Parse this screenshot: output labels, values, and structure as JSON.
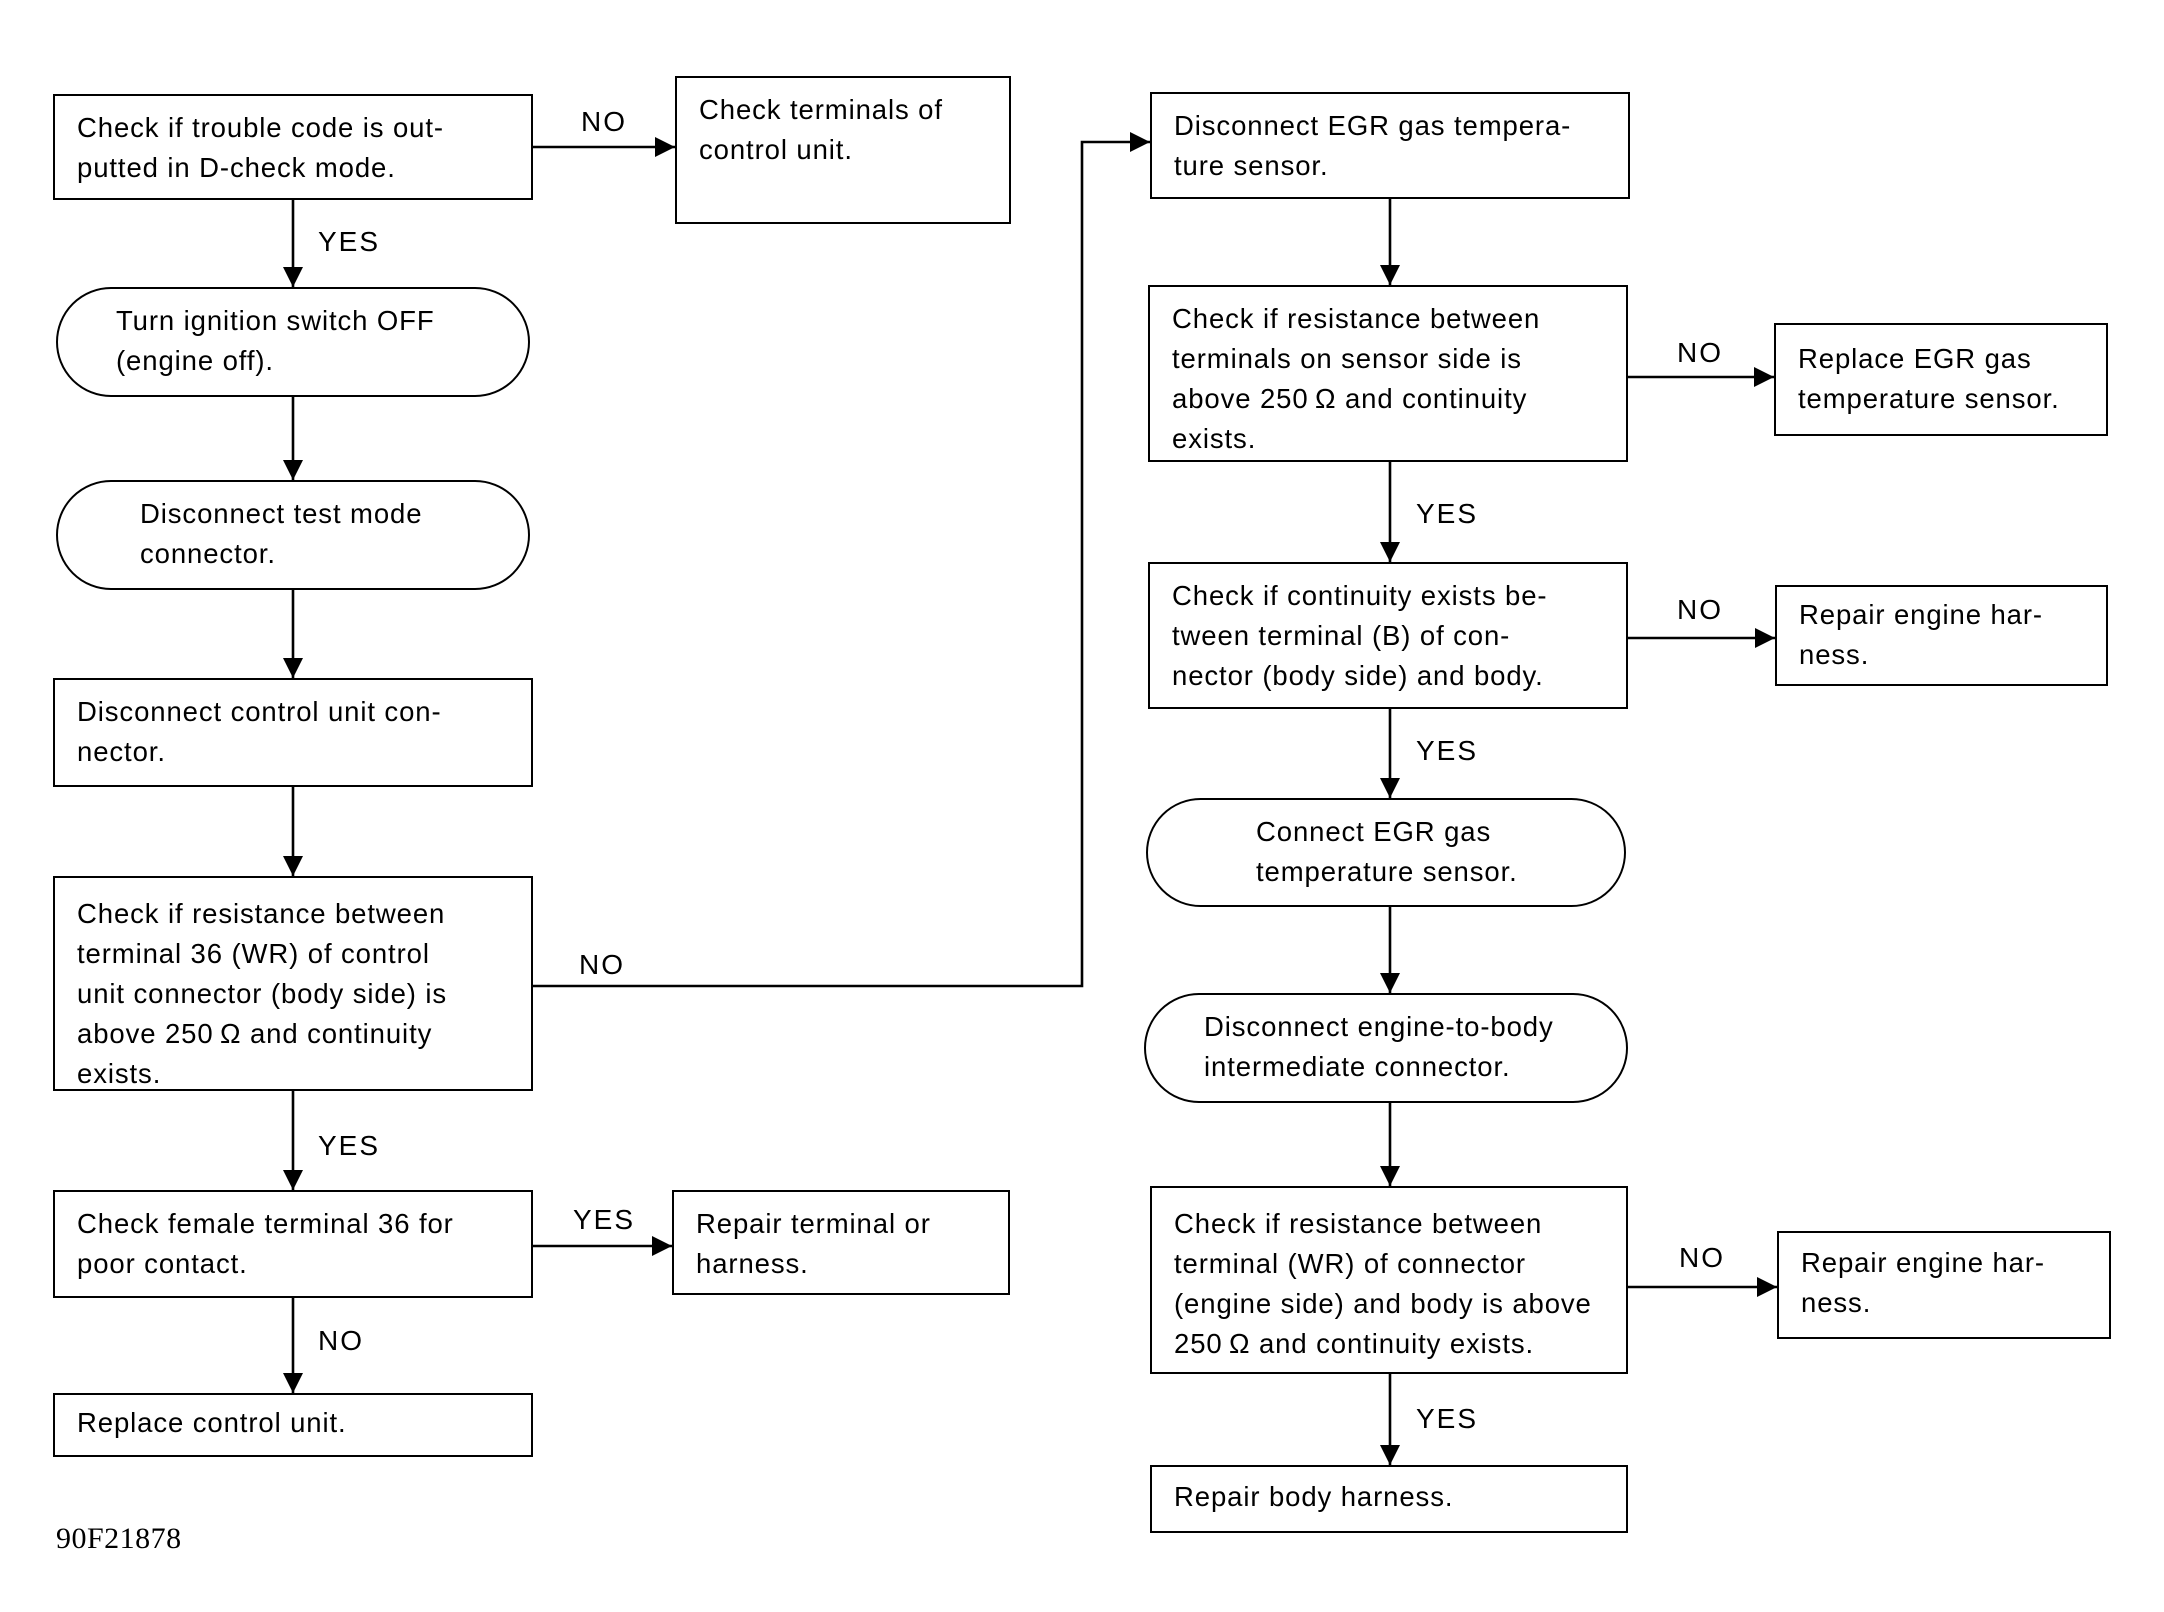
{
  "nodes": {
    "d_check": "Check if trouble code is out-\nputted in D-check mode.",
    "check_terminals": "Check terminals of\ncontrol unit.",
    "ignition_off": "Turn ignition switch OFF\n(engine off).",
    "disconnect_test_mode": "Disconnect test mode\nconnector.",
    "disconnect_cu_connector": "Disconnect control unit con-\nnector.",
    "check_terminal_36": "Check if resistance between\nterminal 36 (WR) of control\nunit connector (body side) is\nabove 250 Ω and continuity\nexists.",
    "check_female_36": "Check female terminal 36 for\npoor contact.",
    "repair_terminal": "Repair terminal or\nharness.",
    "replace_cu": "Replace control unit.",
    "disconnect_egr": "Disconnect EGR gas tempera-\nture sensor.",
    "check_sensor_side": "Check if resistance between\nterminals on sensor side is\nabove 250 Ω and continuity\nexists.",
    "replace_egr": "Replace EGR gas\ntemperature sensor.",
    "check_continuity_b": "Check if continuity exists be-\ntween terminal  (B) of  con-\nnector (body side) and body.",
    "repair_engine_1": "Repair engine har-\nness.",
    "connect_egr": "Connect EGR gas\ntemperature sensor.",
    "disconnect_engine_body": "Disconnect engine-to-body\nintermediate connector.",
    "check_engine_side": "Check if resistance between\nterminal (WR) of connector\n(engine side) and body is above\n250 Ω and continuity exists.",
    "repair_engine_2": "Repair engine har-\nness.",
    "repair_body": "Repair body harness."
  },
  "labels": {
    "yes": "YES",
    "no": "NO"
  },
  "figure_id": "90F21878"
}
